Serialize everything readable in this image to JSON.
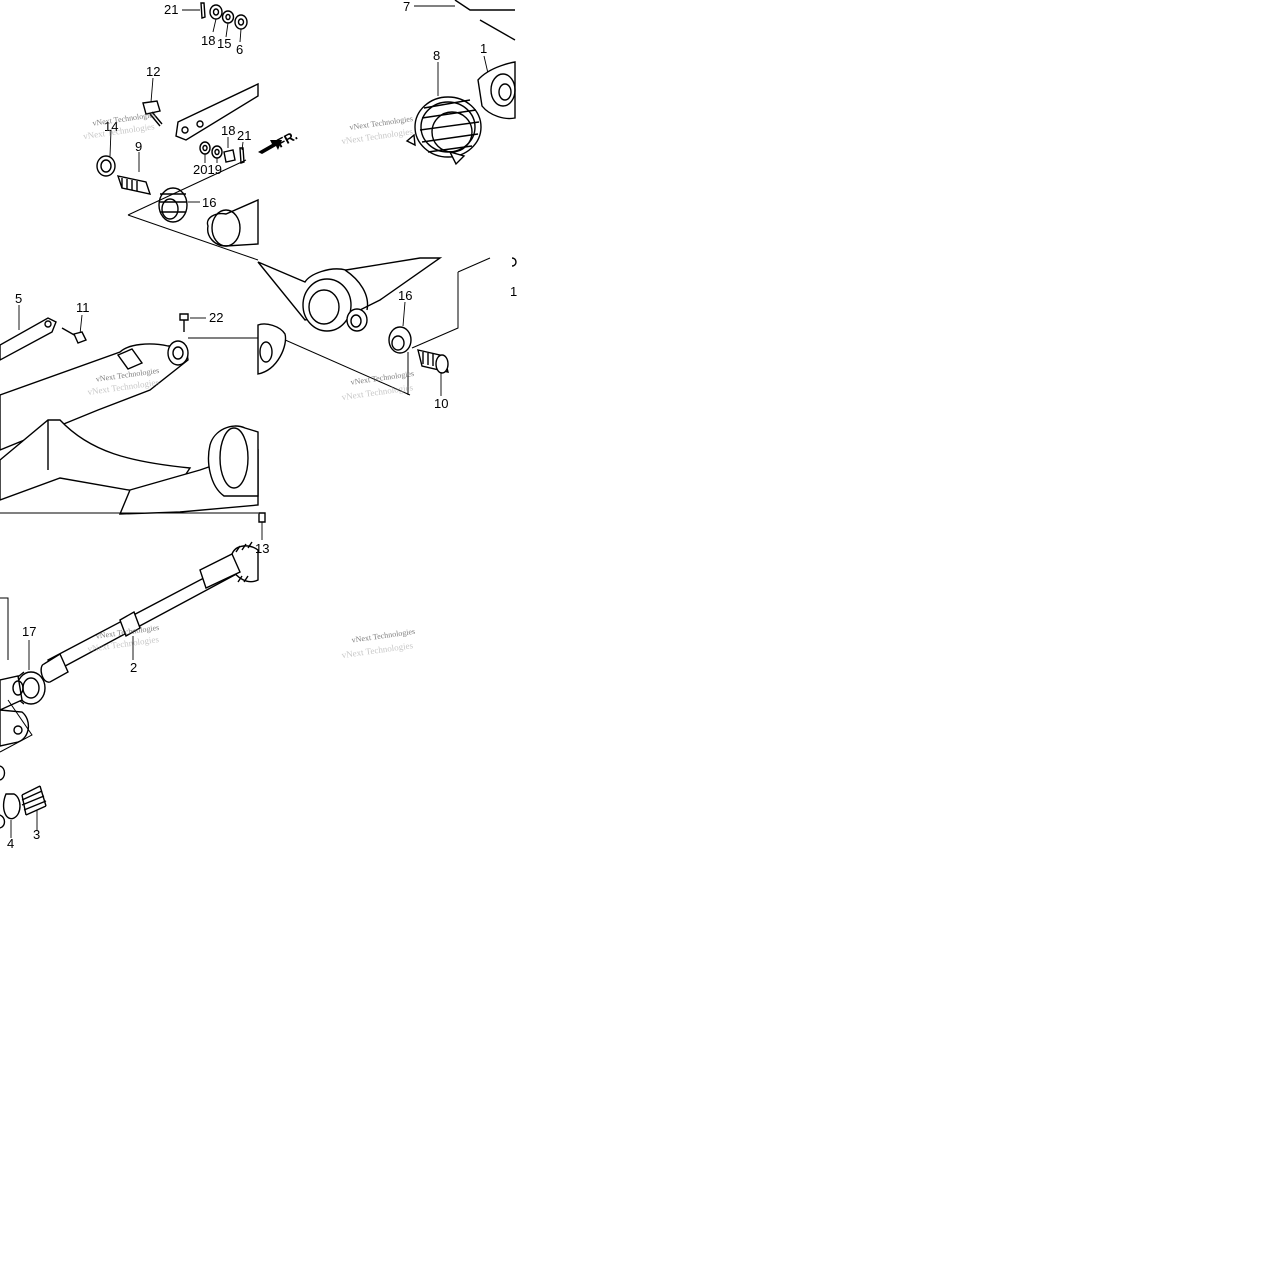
{
  "labels": {
    "l21a": "21",
    "l18a": "18",
    "l15": "15",
    "l6": "6",
    "l7": "7",
    "l8": "8",
    "l1": "1",
    "l12": "12",
    "l14": "14",
    "l9": "9",
    "l18b": "18",
    "l21b": "21",
    "l2019": "2019",
    "l16a": "16",
    "l5": "5",
    "l11": "11",
    "l22": "22",
    "l16b": "16",
    "l10": "10",
    "l13": "13",
    "l17": "17",
    "l2": "2",
    "l4": "4",
    "l3": "3",
    "l1b": "1"
  },
  "direction_label": "FR.",
  "watermark": {
    "line1": "vNext Technologies",
    "line2": "vNext Technologies"
  }
}
